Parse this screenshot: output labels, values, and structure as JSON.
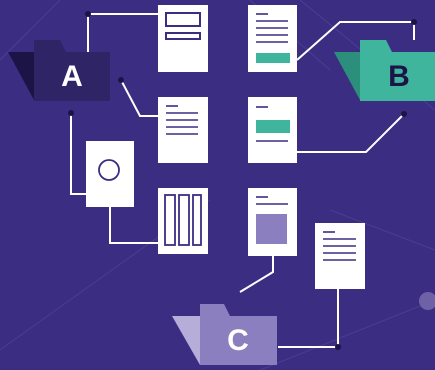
{
  "folders": [
    {
      "id": "A",
      "letter": "A",
      "color": "#2e2466",
      "letter_color": "#ffffff"
    },
    {
      "id": "B",
      "letter": "B",
      "color": "#3fb59d",
      "letter_color": "#1c1447"
    },
    {
      "id": "C",
      "letter": "C",
      "color": "#8b7fc0",
      "letter_color": "#ffffff"
    }
  ],
  "colors": {
    "background": "#3b2d82",
    "connector": "#ffffff",
    "node_dot": "#1c1447",
    "document": "#ffffff",
    "document_lines": "#3b2d82",
    "teal_block": "#3fb59d",
    "purple_block": "#8b7fc0"
  },
  "documents": [
    {
      "id": "doc-form",
      "content": "form-boxes"
    },
    {
      "id": "doc-text-top",
      "content": "text-with-teal-bar"
    },
    {
      "id": "doc-text-plain",
      "content": "text-lines"
    },
    {
      "id": "doc-teal-block",
      "content": "teal-block-with-lines"
    },
    {
      "id": "doc-circle",
      "content": "circle"
    },
    {
      "id": "doc-columns",
      "content": "three-columns"
    },
    {
      "id": "doc-image",
      "content": "purple-image-block"
    },
    {
      "id": "doc-text-bottom",
      "content": "text-lines"
    }
  ]
}
